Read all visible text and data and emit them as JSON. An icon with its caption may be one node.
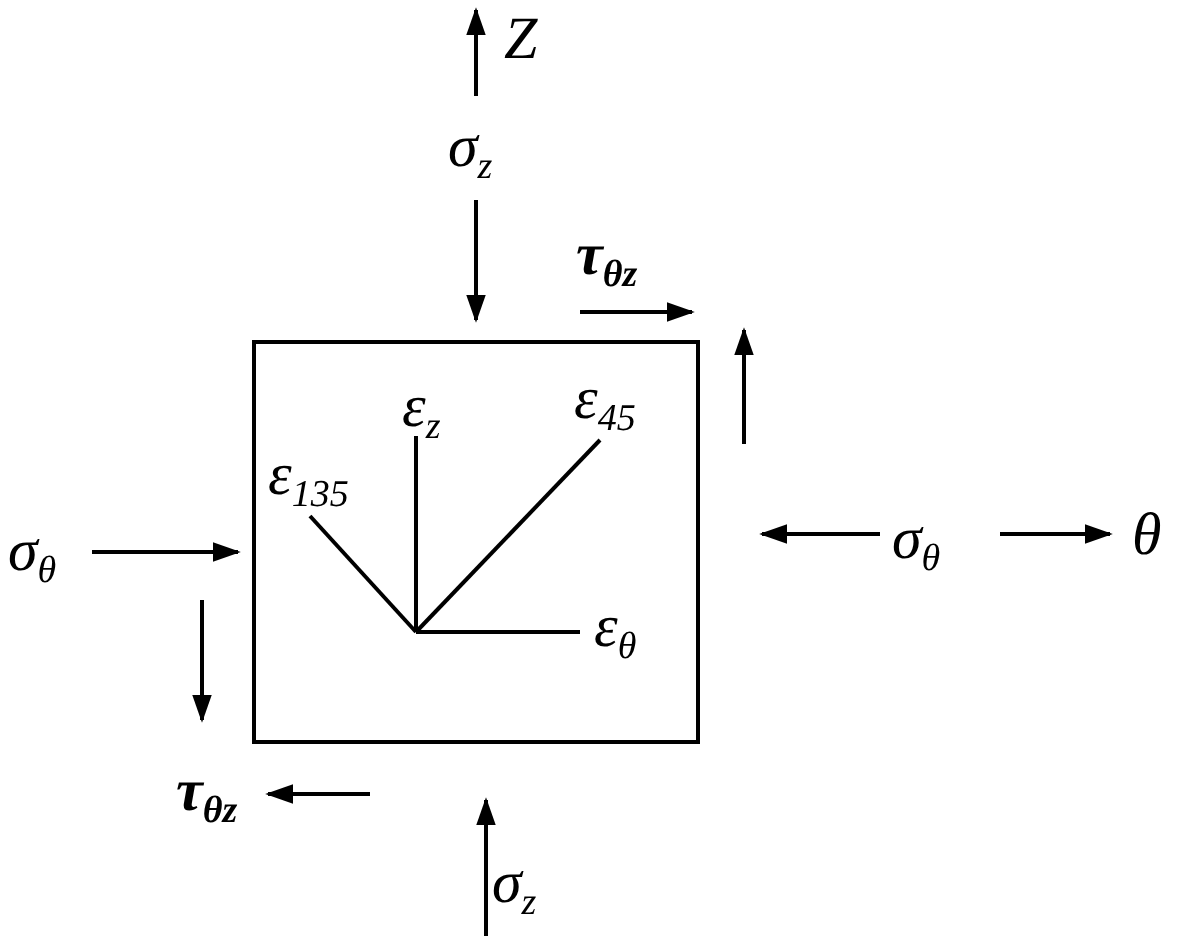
{
  "diagram": {
    "nodes": [
      {
        "text": [],
        "shape": "box"
      }
    ],
    "labels": [
      "Z",
      "σ$_{z}$",
      "τ$_{θz}$",
      "ε$_{z}$",
      "ε$_{45}$",
      "ε$_{135}$",
      "σ$_{θ}$",
      "σ$_{θ}$",
      "θ",
      "ε$_{θ}$",
      "τ$_{θz}$",
      "σ$_{z}$"
    ]
  }
}
